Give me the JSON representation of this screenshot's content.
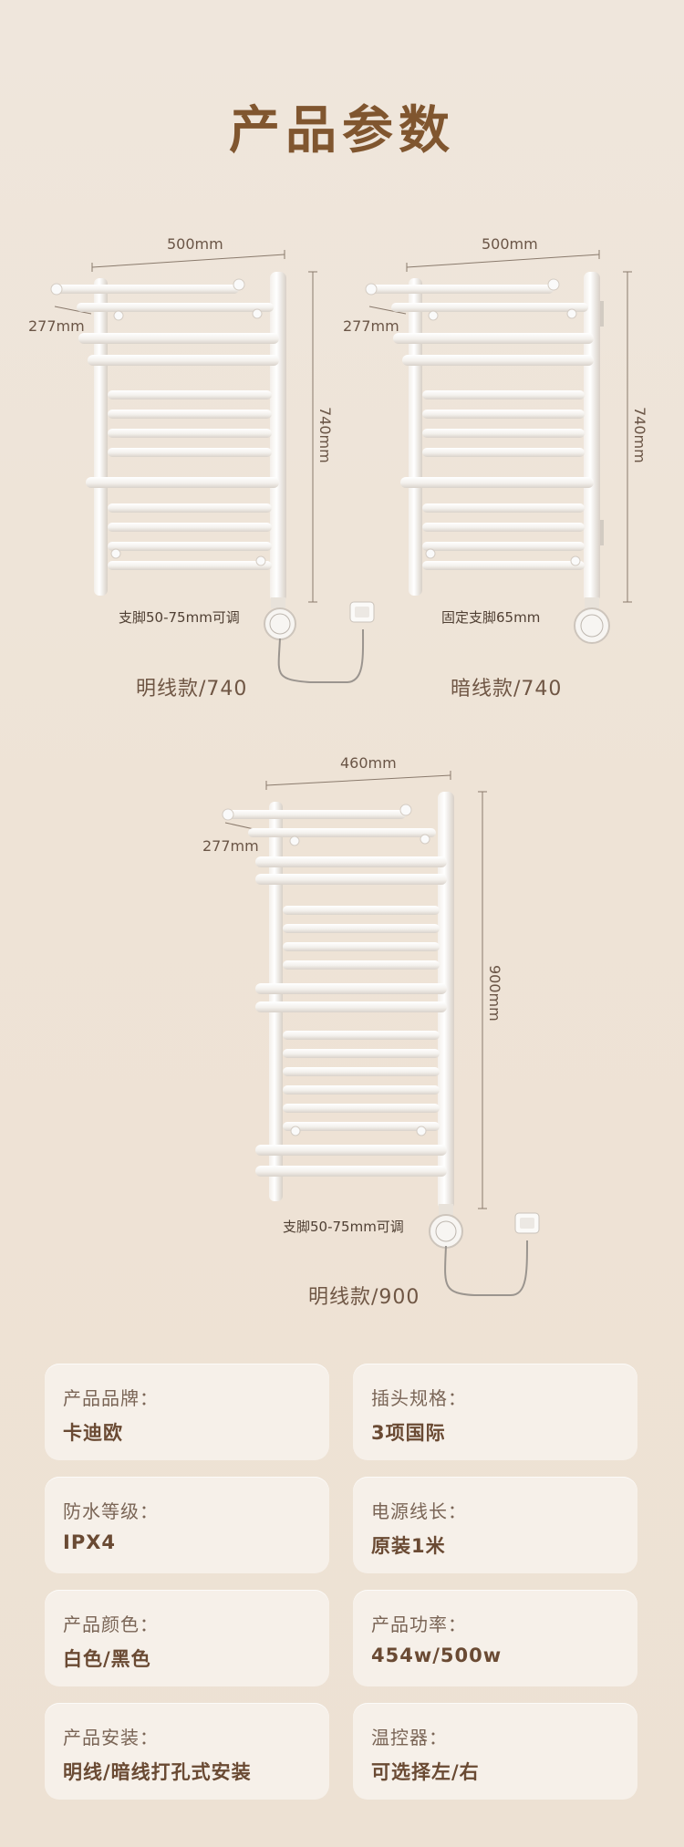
{
  "page": {
    "title": "产品参数"
  },
  "products": [
    {
      "width_label": "500mm",
      "depth_label": "277mm",
      "height_label": "740mm",
      "note": "支脚50-75mm可调",
      "caption": "明线款/740"
    },
    {
      "width_label": "500mm",
      "depth_label": "277mm",
      "height_label": "740mm",
      "note": "固定支脚65mm",
      "caption": "暗线款/740"
    },
    {
      "width_label": "460mm",
      "depth_label": "277mm",
      "height_label": "900mm",
      "note": "支脚50-75mm可调",
      "caption": "明线款/900"
    }
  ],
  "specs": [
    {
      "label": "产品品牌：",
      "value": "卡迪欧"
    },
    {
      "label": "插头规格：",
      "value": "3项国际"
    },
    {
      "label": "防水等级：",
      "value": "IPX4"
    },
    {
      "label": "电源线长：",
      "value": "原装1米"
    },
    {
      "label": "产品颜色：",
      "value": "白色/黑色"
    },
    {
      "label": "产品功率：",
      "value": "454w/500w"
    },
    {
      "label": "产品安装：",
      "value": "明线/暗线打孔式安装"
    },
    {
      "label": "温控器：",
      "value": "可选择左/右"
    }
  ],
  "colors": {
    "title": "#80562f",
    "card_bg": "#f6f0e9",
    "value_text": "#6a4a33"
  }
}
